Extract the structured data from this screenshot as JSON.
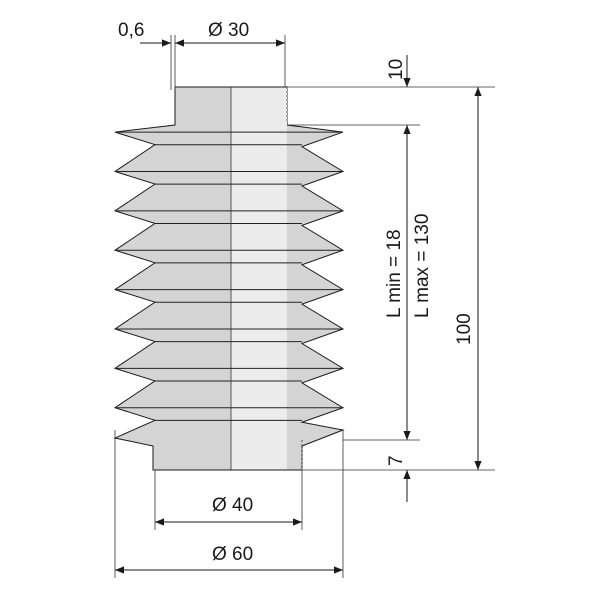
{
  "drawing": {
    "type": "bellows-technical-drawing",
    "colors": {
      "body_fill": "#d4d4d4",
      "inner_fill": "#ececec",
      "line": "#1a1a1a"
    },
    "labels": {
      "wall_thickness": "0,6",
      "top_diameter": "Ø 30",
      "top_collar_height": "10",
      "length_min": "L min =  18",
      "length_max": "L max = 130",
      "total_height": "100",
      "bottom_collar_height": "7",
      "bottom_diameter": "Ø 40",
      "outer_diameter": "Ø 60"
    }
  }
}
